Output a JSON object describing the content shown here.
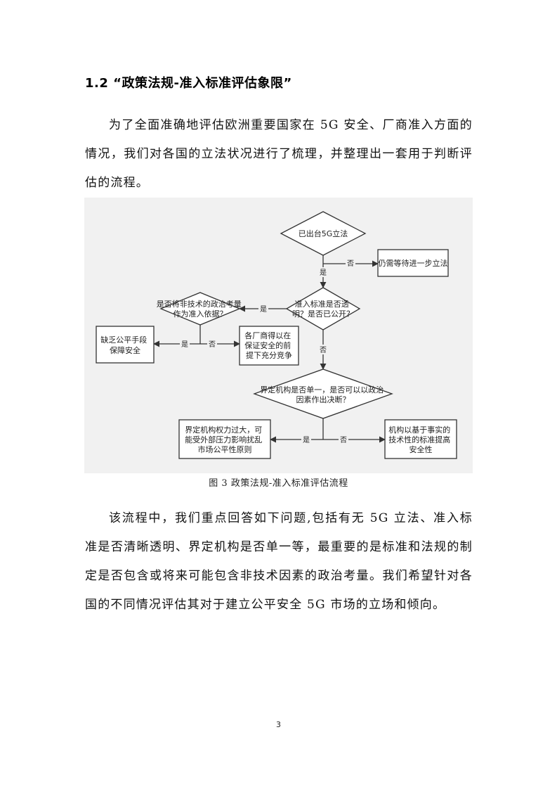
{
  "section": {
    "heading": "1.2 “政策法规-准入标准评估象限”"
  },
  "paragraphs": [
    "为了全面准确地评估欧洲重要国家在 5G 安全、厂商准入方面的情况，我们对各国的立法状况进行了梳理，并整理出一套用于判断评估的流程。",
    "该流程中，我们重点回答如下问题,包括有无 5G 立法、准入标准是否清晰透明、界定机构是否单一等，最重要的是标准和法规的制定是否包含或将来可能包含非技术因素的政治考量。我们希望针对各国的不同情况评估其对于建立公平安全 5G 市场的立场和倾向。"
  ],
  "flowchart": {
    "nodes": {
      "d1": [
        "已出台5G立法"
      ],
      "wait": [
        "仍需等待进一步立法"
      ],
      "d2": [
        "准入标准是否透",
        "明？是否已公开？"
      ],
      "d3": [
        "是否将非技术的政治考量",
        "作为准入依据？"
      ],
      "lack": [
        "缺乏公平手段",
        "保障安全"
      ],
      "fair": [
        "各厂商得以在",
        "保证安全的前",
        "提下充分竞争"
      ],
      "d4": [
        "界定机构是否单一，是否可以以政治",
        "因素作出决断？"
      ],
      "power": [
        "界定机构权力过大，可",
        "能受外部压力影响扰乱",
        "市场公平性原则"
      ],
      "fact": [
        "机构以基于事实的",
        "技术性的标准提高",
        "安全性"
      ]
    },
    "labels": {
      "yes": "是",
      "no": "否"
    }
  },
  "caption": "图 3  政策法规-准入标准评估流程",
  "page_number": "3"
}
